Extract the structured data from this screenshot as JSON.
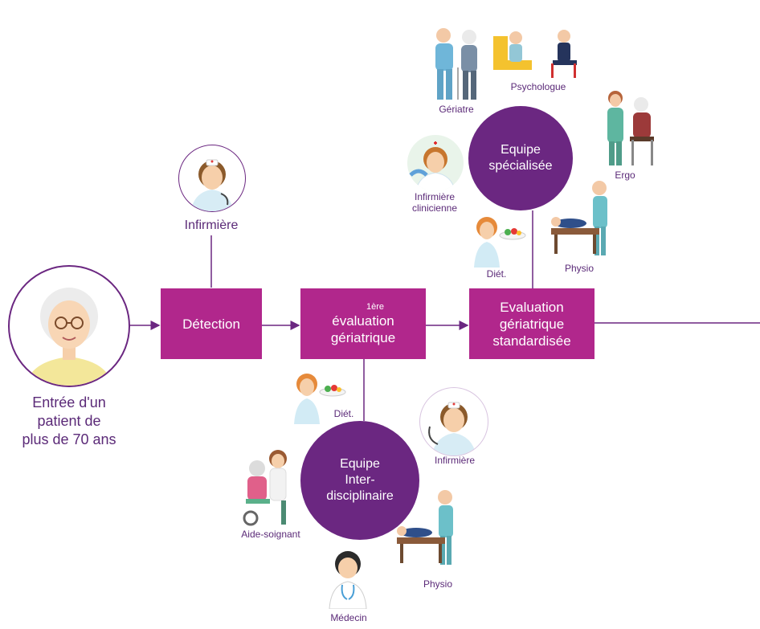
{
  "entry": {
    "line1": "Entrée d'un",
    "line2": "patient de",
    "line3": "plus de 70 ans"
  },
  "steps": {
    "detection": "Détection",
    "first_eval_sup": "1ère",
    "first_eval_line1": "évaluation",
    "first_eval_line2": "gériatrique",
    "ega_line1": "Evaluation",
    "ega_line2": "gériatrique",
    "ega_line3": "standardisée"
  },
  "detection_role": "Infirmière",
  "team_specialisee": {
    "line1": "Equipe",
    "line2": "spécialisée",
    "roles": {
      "geriatre": "Gériatre",
      "psychologue": "Psychologue",
      "ergo": "Ergo",
      "infirmiere_clin_1": "Infirmière",
      "infirmiere_clin_2": "clinicienne",
      "diet": "Diét.",
      "physio": "Physio"
    }
  },
  "team_interdisciplinaire": {
    "line1": "Equipe",
    "line2": "Inter-",
    "line3": "disciplinaire",
    "roles": {
      "diet": "Diét.",
      "infirmiere": "Infirmière",
      "aide_soignant": "Aide-soignant",
      "physio": "Physio",
      "medecin": "Médecin"
    }
  },
  "colors": {
    "box": "#b1278c",
    "circle": "#6b2781",
    "line": "#6b2781",
    "text": "#5b2a78"
  }
}
